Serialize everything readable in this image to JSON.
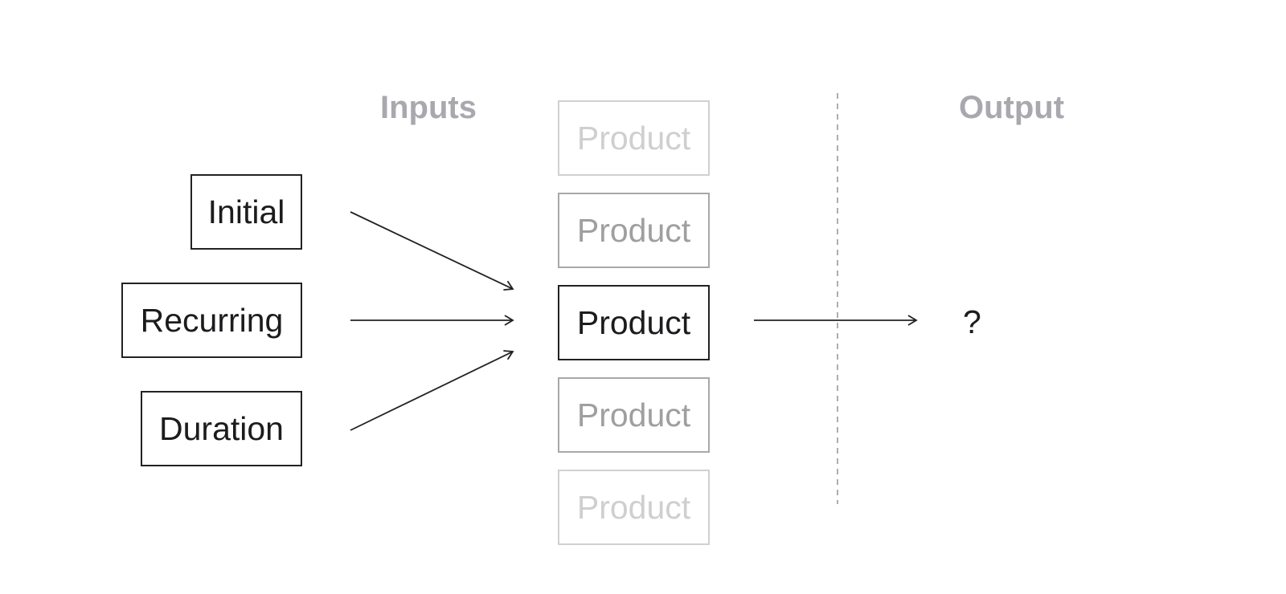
{
  "headings": {
    "inputs": "Inputs",
    "output": "Output"
  },
  "inputs": [
    {
      "label": "Initial"
    },
    {
      "label": "Recurring"
    },
    {
      "label": "Duration"
    }
  ],
  "products": [
    {
      "label": "Product",
      "emphasis": "faint"
    },
    {
      "label": "Product",
      "emphasis": "muted"
    },
    {
      "label": "Product",
      "emphasis": "active"
    },
    {
      "label": "Product",
      "emphasis": "muted"
    },
    {
      "label": "Product",
      "emphasis": "faint"
    }
  ],
  "output": {
    "symbol": "?"
  },
  "colors": {
    "ink": "#1c1c1e",
    "heading": "#a8a8ae",
    "muted": "#9f9f9f",
    "faint": "#cfcfcf",
    "divider": "#9a9a9a"
  }
}
